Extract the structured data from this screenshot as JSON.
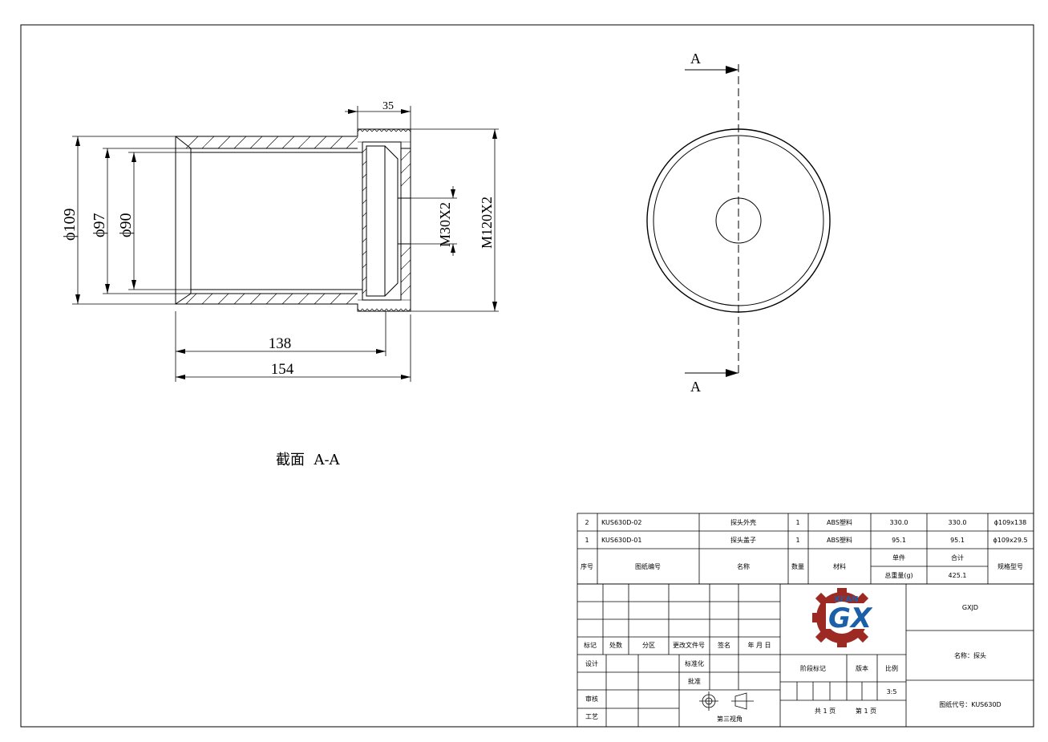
{
  "section_view": {
    "caption": "截面  A-A",
    "dims": {
      "d109": "ϕ109",
      "d97": "ϕ97",
      "d90": "ϕ90",
      "len138": "138",
      "len154": "154",
      "len35": "35",
      "m30": "M30X2",
      "m120": "M120X2"
    }
  },
  "end_view": {
    "cut_label_top": "A",
    "cut_label_bottom": "A"
  },
  "bom": {
    "rows": [
      {
        "seq": "2",
        "code": "KUS630D-02",
        "name": "探头外壳",
        "qty": "1",
        "material": "ABS塑料",
        "unit": "330.0",
        "total": "330.0",
        "spec": "ϕ109x138"
      },
      {
        "seq": "1",
        "code": "KUS630D-01",
        "name": "探头盖子",
        "qty": "1",
        "material": "ABS塑料",
        "unit": "95.1",
        "total": "95.1",
        "spec": "ϕ109x29.5"
      }
    ],
    "header": {
      "seq": "序号",
      "code": "图纸编号",
      "name": "名称",
      "qty": "数量",
      "material": "材料",
      "unit": "单件",
      "total": "合计",
      "total_weight": "总重量(g)",
      "total_weight_value": "425.1",
      "spec": "规格型号"
    }
  },
  "title_block": {
    "rev_headers": [
      "标记",
      "处数",
      "分区",
      "更改文件号",
      "签名",
      "年 月 日"
    ],
    "design": "设计",
    "standardize": "标准化",
    "approve": "批准",
    "review": "审核",
    "process": "工艺",
    "stage_mark": "阶段标记",
    "version": "版本",
    "scale_label": "比例",
    "scale_value": "3:5",
    "sheets_total": "共 1 页",
    "sheet_no": "第 1 页",
    "projection": "第三视角",
    "company": "GXJD",
    "part_name": "名称：探头",
    "drawing_no": "图纸代号：KUS630D",
    "logo_small": "XI'AN",
    "logo_big": "GX"
  },
  "colors": {
    "line": "#000000",
    "logo_blue": "#1b5fa8",
    "logo_red": "#9c2a22"
  }
}
